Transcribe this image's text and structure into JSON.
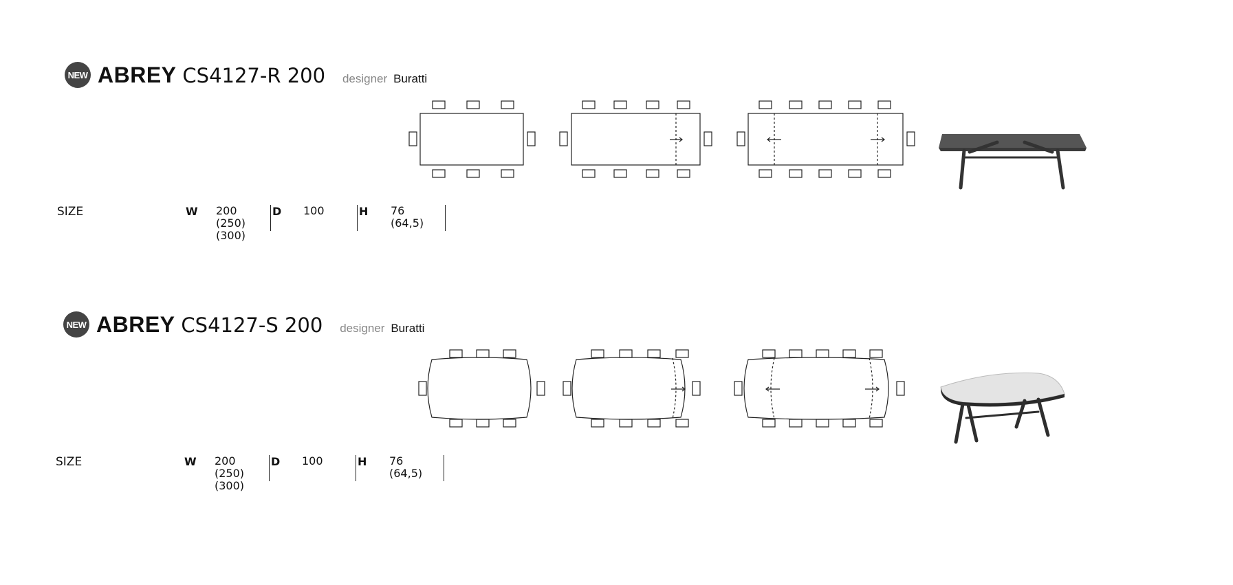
{
  "products": [
    {
      "badge": "NEW",
      "name": "ABREY",
      "code": "CS4127-R 200",
      "designer_label": "designer",
      "designer_name": "Buratti",
      "shape": "rect",
      "size": {
        "label": "SIZE",
        "w_key": "W",
        "w_values": [
          "200",
          "(250)",
          "(300)"
        ],
        "d_key": "D",
        "d_values": [
          "100"
        ],
        "h_key": "H",
        "h_values": [
          "76",
          "(64,5)"
        ]
      },
      "photo_top_color": "#555555"
    },
    {
      "badge": "NEW",
      "name": "ABREY",
      "code": "CS4127-S 200",
      "designer_label": "designer",
      "designer_name": "Buratti",
      "shape": "barrel",
      "size": {
        "label": "SIZE",
        "w_key": "W",
        "w_values": [
          "200",
          "(250)",
          "(300)"
        ],
        "d_key": "D",
        "d_values": [
          "100"
        ],
        "h_key": "H",
        "h_values": [
          "76",
          "(64,5)"
        ]
      },
      "photo_top_color": "#e4e4e4"
    }
  ]
}
